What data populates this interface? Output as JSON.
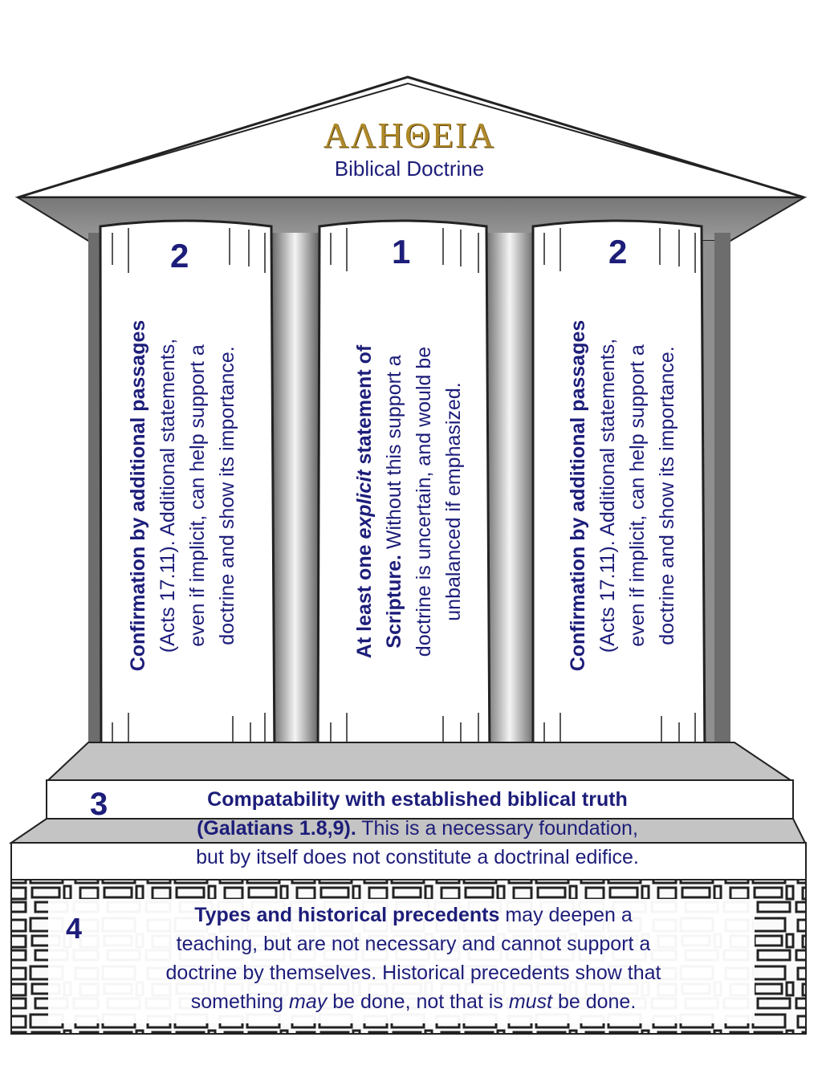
{
  "title": {
    "greek": "ΑΛΗΘΕΙΑ",
    "subtitle": "Biblical Doctrine"
  },
  "columns": {
    "left": {
      "number": "2",
      "heading": "Confirmation by additional passages",
      "line2": "(Acts 17.11). Additional statements,",
      "line3": "even if implicit, can help support a",
      "line4": "doctrine and show its importance."
    },
    "center": {
      "number": "1",
      "heading_a": "At least one ",
      "heading_em": "explicit",
      "heading_b": " statement of",
      "line2_bold": "Scripture.",
      "line2_rest": " Without this support a",
      "line3": "doctrine is uncertain, and would be",
      "line4": "unbalanced if emphasized."
    },
    "right": {
      "number": "2",
      "heading": "Confirmation by additional passages",
      "line2": "(Acts 17.11). Additional statements,",
      "line3": "even if implicit, can help support a",
      "line4": "doctrine and show its importance."
    }
  },
  "step3": {
    "number": "3",
    "line1": "Compatability with established biblical truth",
    "line2_bold": "(Galatians 1.8,9).",
    "line2_rest": " This is a necessary foundation,",
    "line3": "but by itself does not constitute a doctrinal edifice."
  },
  "step4": {
    "number": "4",
    "line1_bold": "Types and historical precedents",
    "line1_rest": " may deepen a",
    "line2": "teaching, but are not necessary and cannot support a",
    "line3": "doctrine by themselves. Historical precedents show that",
    "line4_a": "something ",
    "line4_em1": "may",
    "line4_b": " be done, not that is ",
    "line4_em2": "must",
    "line4_c": " be done."
  },
  "colors": {
    "text": "#1d1d7a",
    "gold": "#b08a2a",
    "stone": "#9a9a9a"
  }
}
